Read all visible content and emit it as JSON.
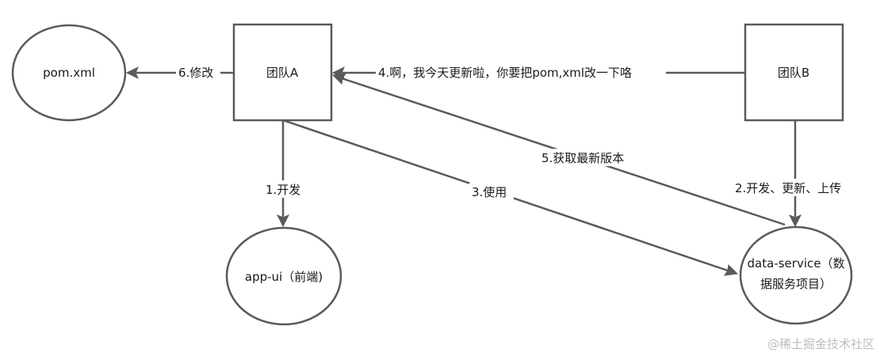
{
  "nodes": {
    "pom_xml": {
      "label": "pom.xml"
    },
    "team_a": {
      "label": "团队A"
    },
    "team_b": {
      "label": "团队B"
    },
    "app_ui": {
      "label": "app-ui（前端)"
    },
    "data_service": {
      "label_line1": "data-service（数",
      "label_line2": "据服务项目）"
    }
  },
  "edges": {
    "develop": {
      "label": "1.开发"
    },
    "develop_update_upload": {
      "label": "2.开发、更新、上传"
    },
    "use": {
      "label": "3.使用"
    },
    "notify_update": {
      "label": "4.啊，我今天更新啦，你要把pom,xml改一下咯"
    },
    "get_latest": {
      "label": "5.获取最新版本"
    },
    "modify": {
      "label": "6.修改"
    }
  },
  "watermark": {
    "text": "@稀土掘金技术社区"
  }
}
